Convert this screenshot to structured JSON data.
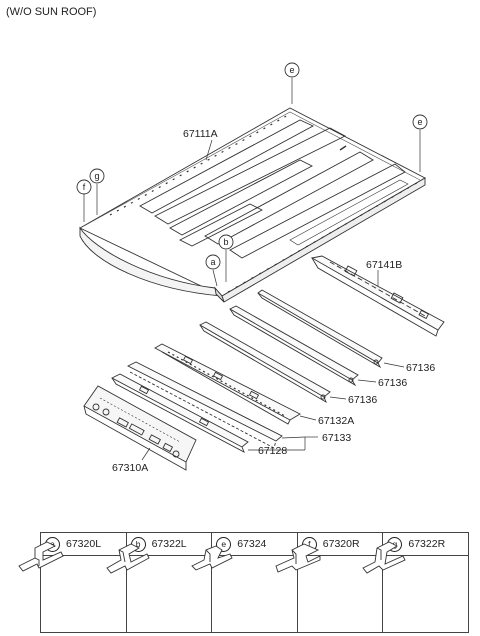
{
  "title": "(W/O SUN ROOF)",
  "callouts": {
    "e": "e",
    "f": "f",
    "g": "g",
    "a": "a",
    "b": "b"
  },
  "parts": {
    "roof_panel": "67111A",
    "rear_rail": "67141B",
    "bow_1": "67136",
    "bow_2": "67136",
    "bow_3": "67136",
    "rail_67132A": "67132A",
    "rail_67133": "67133",
    "rail_67128": "67128",
    "front_header": "67310A"
  },
  "legend": [
    {
      "key": "a",
      "part": "67320L"
    },
    {
      "key": "b",
      "part": "67322L"
    },
    {
      "key": "e",
      "part": "67324"
    },
    {
      "key": "f",
      "part": "67320R"
    },
    {
      "key": "g",
      "part": "67322R"
    }
  ]
}
